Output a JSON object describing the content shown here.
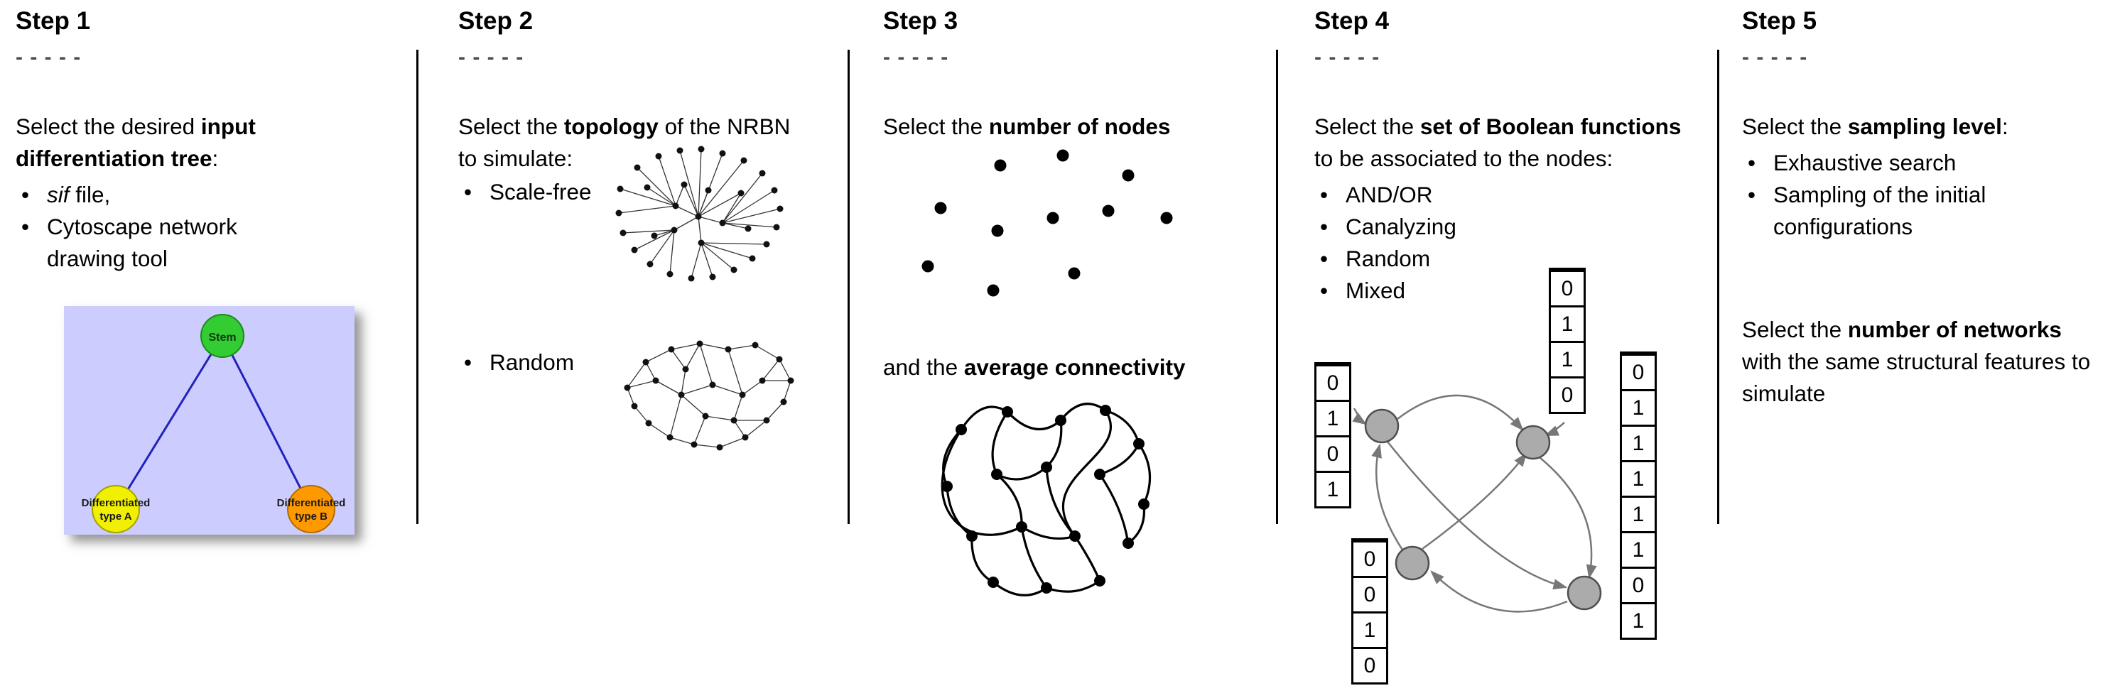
{
  "steps": [
    {
      "title": "Step 1",
      "dashes": "- - - - -",
      "intro": {
        "pre": "Select the desired ",
        "bold": "input differentiation tree",
        "post": ":"
      },
      "bullet_sif": {
        "italic": "sif",
        "rest": " file,"
      },
      "bullet_cytoscape": "Cytoscape network drawing tool",
      "tree": {
        "root_label": "Stem",
        "left_label_line1": "Differentiated",
        "left_label_line2": "type A",
        "right_label_line1": "Differentiated",
        "right_label_line2": "type B",
        "bg_color": "#ccccff",
        "root_color": "#33cc33",
        "left_color": "#f0f000",
        "right_color": "#ff9900",
        "edge_color": "#2222bb"
      }
    },
    {
      "title": "Step 2",
      "dashes": "- - - - -",
      "intro": {
        "pre": "Select the ",
        "bold": "topology",
        "post": " of the NRBN to simulate:"
      },
      "options": [
        "Scale-free",
        "Random"
      ]
    },
    {
      "title": "Step 3",
      "dashes": "- - - - -",
      "intro": {
        "pre": "Select the ",
        "bold": "number of nodes",
        "post": ""
      },
      "second": {
        "pre": "and the ",
        "bold": "average connectivity",
        "post": ""
      }
    },
    {
      "title": "Step 4",
      "dashes": "- - - - -",
      "intro": {
        "pre": "Select the ",
        "bold": "set of Boolean functions",
        "post": " to be associated to the nodes:"
      },
      "options": [
        "AND/OR",
        "Canalyzing",
        "Random",
        "Mixed"
      ],
      "truth_tables": {
        "top": [
          "0",
          "1",
          "1",
          "0"
        ],
        "left": [
          "0",
          "1",
          "0",
          "1"
        ],
        "bottom_left": [
          "0",
          "0",
          "1",
          "0"
        ],
        "right": [
          "0",
          "1",
          "1",
          "1",
          "1",
          "1",
          "0",
          "1"
        ]
      }
    },
    {
      "title": "Step 5",
      "dashes": "- - - - -",
      "intro": {
        "pre": "Select the ",
        "bold": "sampling level",
        "post": ":"
      },
      "options": [
        "Exhaustive search",
        "Sampling of the initial configurations"
      ],
      "second": {
        "pre": "Select the ",
        "bold": "number of networks",
        "post": " with the same structural features to simulate"
      }
    }
  ]
}
